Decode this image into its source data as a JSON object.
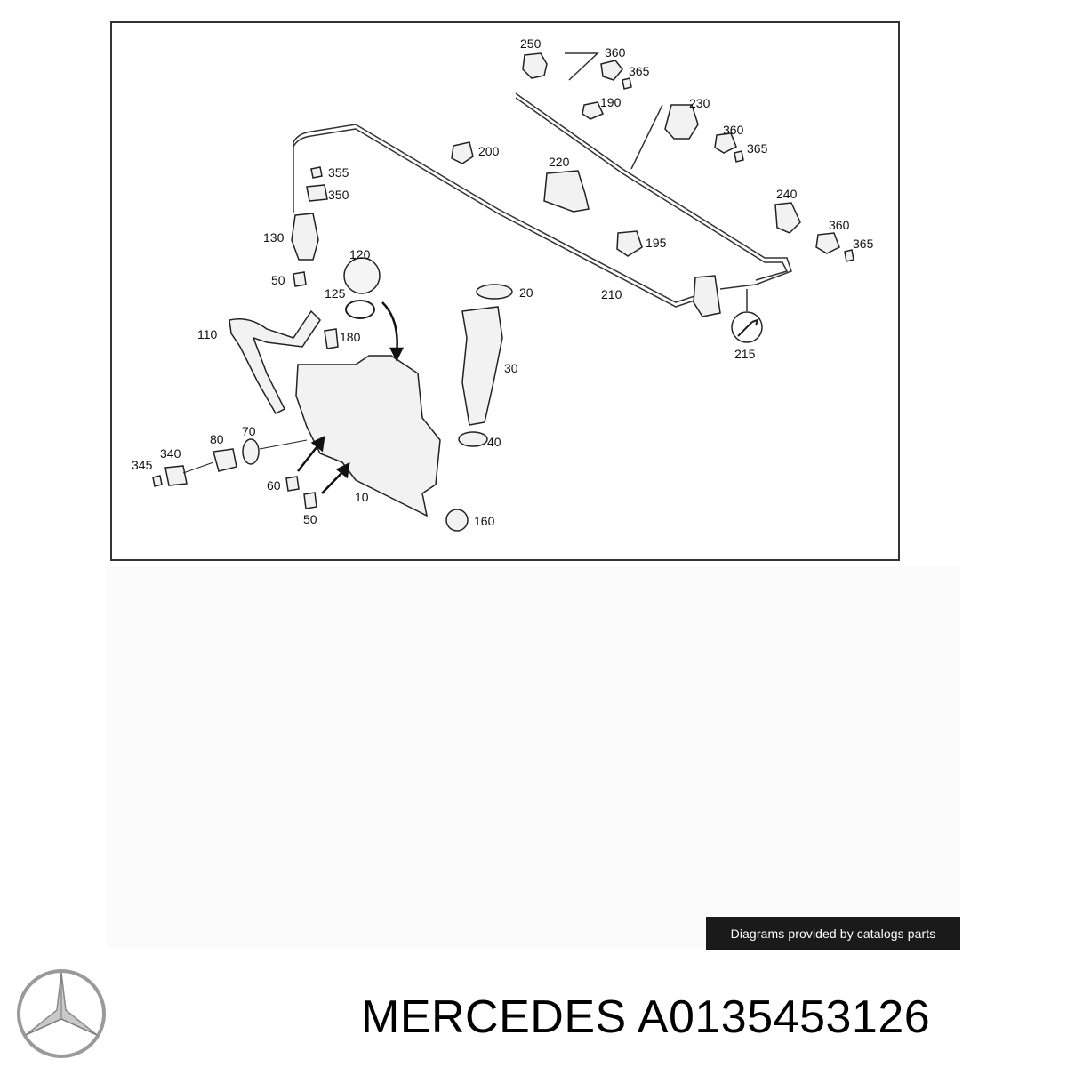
{
  "diagram": {
    "callouts": [
      {
        "id": "250",
        "text": "250"
      },
      {
        "id": "360a",
        "text": "360"
      },
      {
        "id": "365a",
        "text": "365"
      },
      {
        "id": "190",
        "text": "190"
      },
      {
        "id": "230",
        "text": "230"
      },
      {
        "id": "360b",
        "text": "360"
      },
      {
        "id": "365b",
        "text": "365"
      },
      {
        "id": "200",
        "text": "200"
      },
      {
        "id": "220",
        "text": "220"
      },
      {
        "id": "355",
        "text": "355"
      },
      {
        "id": "350",
        "text": "350"
      },
      {
        "id": "240",
        "text": "240"
      },
      {
        "id": "360c",
        "text": "360"
      },
      {
        "id": "365c",
        "text": "365"
      },
      {
        "id": "195",
        "text": "195"
      },
      {
        "id": "130",
        "text": "130"
      },
      {
        "id": "120",
        "text": "120"
      },
      {
        "id": "50a",
        "text": "50"
      },
      {
        "id": "125",
        "text": "125"
      },
      {
        "id": "20",
        "text": "20"
      },
      {
        "id": "210",
        "text": "210"
      },
      {
        "id": "215",
        "text": "215"
      },
      {
        "id": "110",
        "text": "110"
      },
      {
        "id": "180",
        "text": "180"
      },
      {
        "id": "30",
        "text": "30"
      },
      {
        "id": "40",
        "text": "40"
      },
      {
        "id": "70",
        "text": "70"
      },
      {
        "id": "80",
        "text": "80"
      },
      {
        "id": "340",
        "text": "340"
      },
      {
        "id": "345",
        "text": "345"
      },
      {
        "id": "60",
        "text": "60"
      },
      {
        "id": "10",
        "text": "10"
      },
      {
        "id": "50b",
        "text": "50"
      },
      {
        "id": "160",
        "text": "160"
      }
    ]
  },
  "credit": {
    "text": "Diagrams provided by catalogs parts"
  },
  "brand": {
    "logo_icon": "mercedes-star-icon"
  },
  "title": {
    "text": "MERCEDES A0135453126"
  }
}
